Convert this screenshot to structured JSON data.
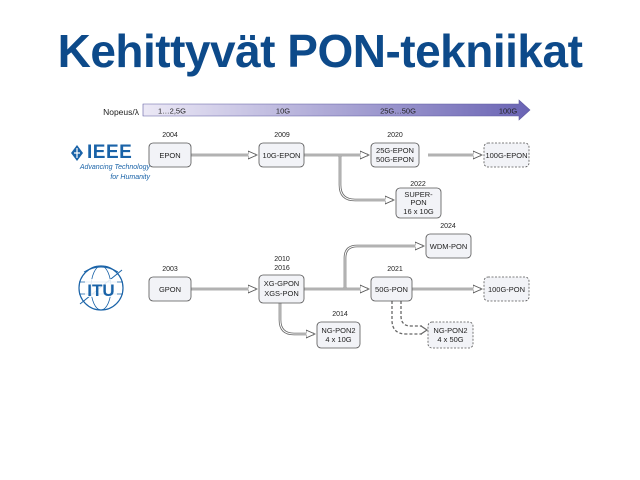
{
  "title": "Kehittyvät PON-tekniikat",
  "speed_axis": {
    "label": "Nopeus/λ",
    "ticks": [
      "1…2,5G",
      "10G",
      "25G…50G",
      "100G"
    ]
  },
  "ieee": {
    "logo_text": "IEEE",
    "tagline": [
      "Advancing Technology",
      "for Humanity"
    ],
    "nodes": [
      {
        "id": "epon",
        "year": "2004",
        "lines": [
          "EPON"
        ],
        "dashed": false
      },
      {
        "id": "10g-epon",
        "year": "2009",
        "lines": [
          "10G-EPON"
        ],
        "dashed": false
      },
      {
        "id": "25g-50g-epon",
        "year": "2020",
        "lines": [
          "25G-EPON",
          "50G-EPON"
        ],
        "dashed": false
      },
      {
        "id": "100g-epon",
        "year": "",
        "lines": [
          "100G-EPON"
        ],
        "dashed": true
      },
      {
        "id": "super-pon",
        "year": "2022",
        "lines": [
          "SUPER-",
          "PON",
          "16 x 10G"
        ],
        "dashed": false
      }
    ]
  },
  "itu": {
    "logo_text": "ITU",
    "nodes": [
      {
        "id": "gpon",
        "year": "2003",
        "lines": [
          "GPON"
        ],
        "dashed": false
      },
      {
        "id": "xg-gpon",
        "year": "2010\n2016",
        "lines": [
          "XG-GPON",
          "XGS-PON"
        ],
        "dashed": false
      },
      {
        "id": "wdm-pon",
        "year": "2024",
        "lines": [
          "WDM-PON"
        ],
        "dashed": false
      },
      {
        "id": "50g-pon",
        "year": "2021",
        "lines": [
          "50G-PON"
        ],
        "dashed": false
      },
      {
        "id": "100g-pon",
        "year": "",
        "lines": [
          "100G-PON"
        ],
        "dashed": true
      },
      {
        "id": "ng-pon2",
        "year": "2014",
        "lines": [
          "NG-PON2",
          "4 x 10G"
        ],
        "dashed": false
      },
      {
        "id": "ng-pon2-50g",
        "year": "",
        "lines": [
          "NG-PON2",
          "4 x 50G"
        ],
        "dashed": true
      }
    ]
  }
}
